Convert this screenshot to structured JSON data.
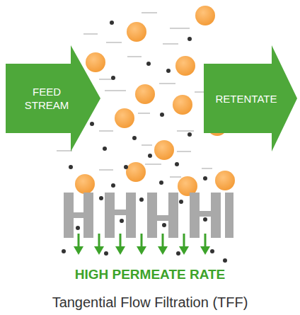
{
  "diagram": {
    "caption": "Tangential Flow Filtration (TFF)",
    "nodes": [
      {
        "text": [
          "FEED STREAM"
        ]
      },
      {
        "text": [
          "RETENTATE"
        ]
      }
    ],
    "labels": [
      "HIGH PERMEATE RATE"
    ]
  }
}
